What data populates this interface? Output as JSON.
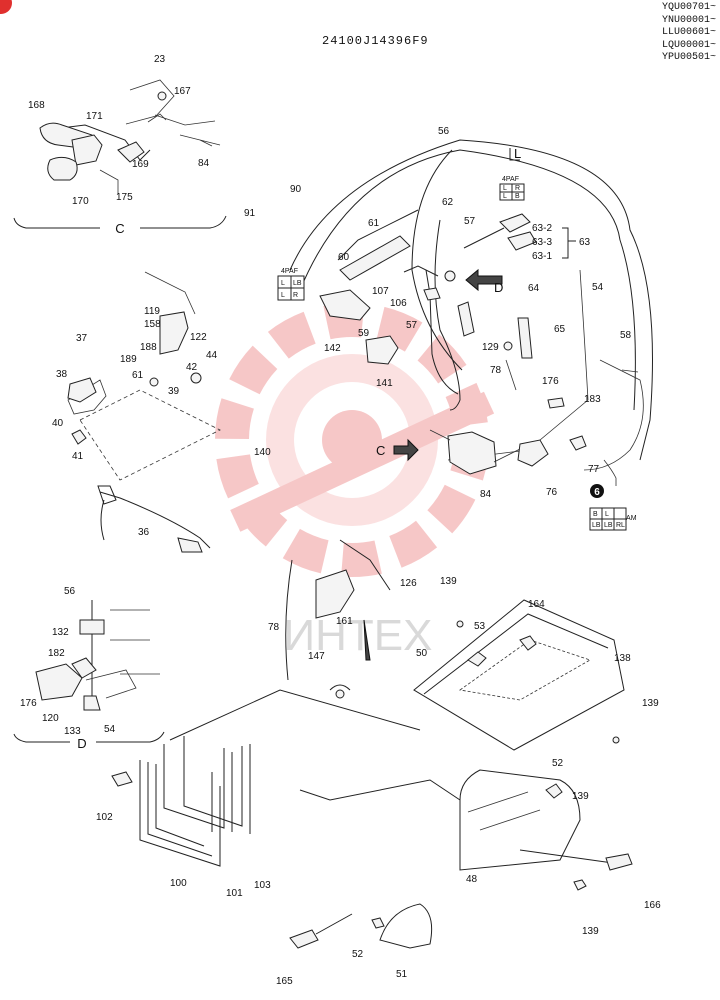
{
  "header": {
    "drawing_code": "24100J14396F9",
    "serials": [
      "YQU00701~",
      "YNU00001~",
      "LLU00601~",
      "LQU00001~",
      "YPU00501~"
    ]
  },
  "watermark": {
    "text": "ИНТЕХ",
    "color": "#e23b3b"
  },
  "sections": {
    "c": "C",
    "d": "D"
  },
  "callouts": {
    "l_mark": "L",
    "d_arrow": "D",
    "c_arrow": "C",
    "circled_six": "6",
    "bracket_63": "63",
    "sub_63_2": "63-2",
    "sub_63_3": "63-3",
    "sub_63_1": "63-1"
  },
  "connectors": {
    "top": {
      "code": "4PAF",
      "cells": [
        "L",
        "R",
        "L",
        "B"
      ]
    },
    "left": {
      "code": "4PAF",
      "cells": [
        "L",
        "LB",
        "L",
        "R"
      ]
    },
    "right": {
      "code": "6PAM",
      "cells": [
        "B",
        "L",
        "",
        "LB",
        "LB",
        "RL"
      ]
    }
  },
  "part_numbers": [
    "23",
    "168",
    "167",
    "171",
    "169",
    "84",
    "170",
    "175",
    "56",
    "90",
    "91",
    "62",
    "57",
    "61",
    "60",
    "107",
    "106",
    "64",
    "54",
    "59",
    "57",
    "142",
    "141",
    "129",
    "65",
    "78",
    "176",
    "58",
    "183",
    "119",
    "158",
    "122",
    "37",
    "188",
    "189",
    "44",
    "38",
    "61",
    "39",
    "42",
    "40",
    "41",
    "140",
    "36",
    "84",
    "76",
    "77",
    "56",
    "132",
    "182",
    "176",
    "120",
    "133",
    "54",
    "126",
    "139",
    "161",
    "53",
    "164",
    "78",
    "147",
    "50",
    "138",
    "139",
    "52",
    "139",
    "102",
    "48",
    "100",
    "101",
    "103",
    "166",
    "139",
    "52",
    "51",
    "165"
  ]
}
